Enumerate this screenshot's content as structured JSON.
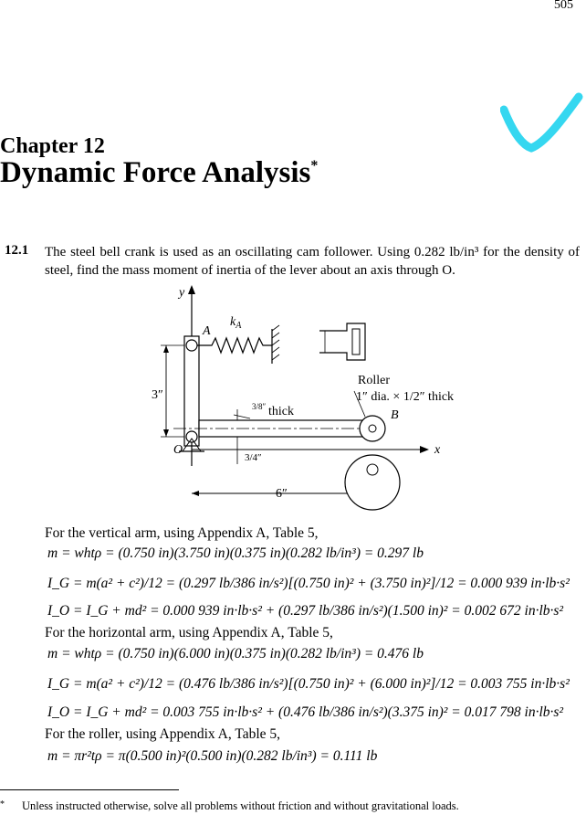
{
  "page_number": "505",
  "chapter": "Chapter 12",
  "title": "Dynamic Force Analysis",
  "title_mark": "*",
  "problem": {
    "number": "12.1",
    "text": "The steel bell crank is used as an oscillating cam follower.  Using 0.282 lb/in³ for the density of steel, find the mass moment of inertia of the lever about an axis through O."
  },
  "figure_labels": {
    "y": "y",
    "x": "x",
    "A": "A",
    "kA": "kA",
    "O": "O",
    "B": "B",
    "three_in": "3″",
    "six_in": "6″",
    "thick": "thick",
    "thick_frac": "3/8″",
    "three_quarter": "3/4″",
    "roller": "Roller",
    "roller_dia": "1″ dia. × 1/2″ thick"
  },
  "sections": {
    "vertical_heading": "For the vertical arm, using Appendix A, Table 5,",
    "horizontal_heading": "For the horizontal arm, using Appendix A, Table 5,",
    "roller_heading": "For the roller, using Appendix A, Table 5,"
  },
  "equations": {
    "v1": "m = whtρ = (0.750 in)(3.750 in)(0.375 in)(0.282 lb/in³) = 0.297 lb",
    "v2": "I_G = m(a² + c²)/12 = (0.297 lb/386 in/s²)[(0.750 in)² + (3.750 in)²]/12 = 0.000 939 in·lb·s²",
    "v3": "I_O = I_G + md² = 0.000 939 in·lb·s² + (0.297 lb/386 in/s²)(1.500 in)² = 0.002 672 in·lb·s²",
    "h1": "m = whtρ = (0.750 in)(6.000 in)(0.375 in)(0.282 lb/in³) = 0.476 lb",
    "h2": "I_G = m(a² + c²)/12 = (0.476 lb/386 in/s²)[(0.750 in)² + (6.000 in)²]/12 = 0.003 755 in·lb·s²",
    "h3": "I_O = I_G + md² = 0.003 755 in·lb·s² + (0.476 lb/386 in/s²)(3.375 in)² = 0.017 798 in·lb·s²",
    "r1": "m = πr²tρ = π(0.500 in)²(0.500 in)(0.282 lb/in³) = 0.111 lb"
  },
  "footnote": {
    "mark": "*",
    "text": "Unless instructed otherwise, solve all problems without friction and without gravitational loads."
  },
  "colors": {
    "check_mark": "#35d7f0"
  }
}
